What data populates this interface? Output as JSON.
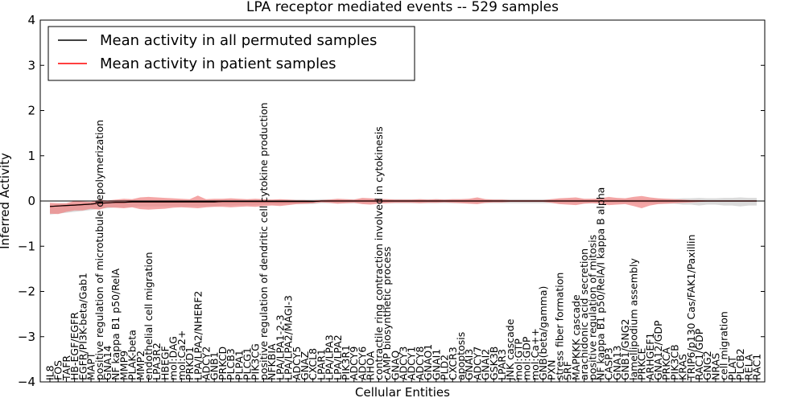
{
  "chart_data": {
    "type": "line",
    "title": "LPA receptor mediated events -- 529 samples",
    "xlabel": "Cellular Entities",
    "ylabel": "Inferred Activity",
    "ylim": [
      -4,
      4
    ],
    "yticks": [
      "-4",
      "-3",
      "-2",
      "-1",
      "0",
      "1",
      "2",
      "3",
      "4"
    ],
    "legend_position": "top-left",
    "colors": {
      "permuted": "#000000",
      "patient": "#ff0000",
      "patient_band": "#f08080",
      "permuted_band": "#bbbbbb"
    },
    "categories": [
      "IL8",
      "FOS",
      "TAFR",
      "HB-EGF/EGFR",
      "EGFR/PI3K-beta/Gab1",
      "MAPT",
      "positive regulation of microtubule depolymerization",
      "GNA14",
      "NF kappa B1 p50/RelA",
      "MMP9",
      "PLAK-beta",
      "MMP2",
      "endothelial cell migration",
      "LPA3R2",
      "HBEGF",
      "mol:DAG",
      "mol:Ca2+",
      "PRKD1",
      "LPA/LPA2/NHERF2",
      "ADCY2",
      "GNB1",
      "PRKCD",
      "PLCB3",
      "PLPA1",
      "PLCG1",
      "PIK3CG",
      "positive regulation of dendritic cell cytokine production",
      "NFKBIA",
      "LPA/LPA1-2-3",
      "LPA/LPA2/MAGI-3",
      "ADCY5",
      "GNAZ",
      "CXCL8",
      "LPAR1",
      "LPA/LPA3",
      "LPA/LPA2",
      "PIK3R1",
      "ADCY9",
      "ADCY6",
      "RHOA",
      "contractile ring contraction involved in cytokinesis",
      "cAMP biosynthetic process",
      "GNAQ",
      "ADCY3",
      "ADCY1",
      "ADCY8",
      "GNAO1",
      "GNAI1",
      "PLD2",
      "CXCR3",
      "apoptosis",
      "GNAI3",
      "ADCY7",
      "GNAI2",
      "GSK3B",
      "LPAR3",
      "JNK cascade",
      "mol:GTP",
      "mol:GDP",
      "mol:Ca++",
      "GNB(beta/gamma)",
      "PXN",
      "stress fiber formation",
      "SRF",
      "MAPKKK cascade",
      "arachidonic acid secretion",
      "positive regulation of mitosis",
      "NF kappa B1 p50/RelA/I kappa B alpha",
      "CASP3",
      "GNA13",
      "GNB1/GNG2",
      "lamellipodium assembly",
      "PRKCE",
      "ARHGEF1",
      "GNA12/GDP",
      "PRKCA",
      "PIK3CB",
      "KRAS",
      "TRIP6/p130 Cas/FAK1/Paxillin",
      "RAC1/GDP",
      "GNG2",
      "NRAS",
      "cell migration",
      "PLAT",
      "PLCB2",
      "RELA",
      "RAC1"
    ],
    "series": [
      {
        "name": "Mean activity in all permuted samples",
        "values": [
          -0.12,
          -0.11,
          -0.1,
          -0.09,
          -0.08,
          -0.07,
          -0.05,
          -0.04,
          -0.03,
          -0.03,
          -0.02,
          -0.02,
          -0.02,
          -0.02,
          -0.02,
          -0.02,
          -0.02,
          -0.02,
          -0.02,
          -0.02,
          -0.02,
          -0.01,
          -0.01,
          -0.01,
          -0.01,
          -0.01,
          -0.01,
          -0.01,
          -0.01,
          -0.01,
          -0.01,
          -0.01,
          -0.01,
          0,
          0,
          0,
          0,
          0,
          0,
          0,
          0,
          0,
          0,
          0,
          0,
          0,
          0,
          0,
          0,
          0,
          0,
          0,
          0,
          0,
          0,
          0,
          0,
          0,
          0,
          0,
          0,
          0,
          0,
          0,
          0,
          0,
          0,
          0,
          0,
          0,
          0,
          0,
          0,
          0,
          0,
          0,
          0,
          0,
          0,
          0,
          0,
          0,
          0,
          0,
          0,
          0,
          0
        ],
        "lower": [
          -0.18,
          -0.17,
          -0.16,
          -0.15,
          -0.14,
          -0.13,
          -0.12,
          -0.12,
          -0.11,
          -0.11,
          -0.11,
          -0.1,
          -0.1,
          -0.1,
          -0.1,
          -0.1,
          -0.1,
          -0.1,
          -0.1,
          -0.1,
          -0.1,
          -0.09,
          -0.09,
          -0.08,
          -0.08,
          -0.08,
          -0.07,
          -0.07,
          -0.07,
          -0.06,
          -0.06,
          -0.06,
          -0.06,
          -0.05,
          -0.05,
          -0.05,
          -0.05,
          -0.05,
          -0.05,
          -0.05,
          -0.05,
          -0.05,
          -0.05,
          -0.05,
          -0.05,
          -0.05,
          -0.05,
          -0.05,
          -0.05,
          -0.05,
          -0.05,
          -0.05,
          -0.05,
          -0.05,
          -0.05,
          -0.05,
          -0.05,
          -0.05,
          -0.05,
          -0.05,
          -0.05,
          -0.05,
          -0.05,
          -0.05,
          -0.05,
          -0.05,
          -0.05,
          -0.05,
          -0.05,
          -0.05,
          -0.05,
          -0.05,
          -0.05,
          -0.05,
          -0.06,
          -0.06,
          -0.06,
          -0.08,
          -0.08,
          -0.1,
          -0.08,
          -0.08,
          -0.1,
          -0.1,
          -0.12,
          -0.1,
          -0.1
        ],
        "upper": [
          0.04,
          0.04,
          0.04,
          0.04,
          0.04,
          0.04,
          0.04,
          0.04,
          0.04,
          0.04,
          0.04,
          0.04,
          0.04,
          0.04,
          0.04,
          0.04,
          0.04,
          0.04,
          0.04,
          0.04,
          0.04,
          0.04,
          0.04,
          0.04,
          0.04,
          0.04,
          0.04,
          0.04,
          0.04,
          0.04,
          0.04,
          0.04,
          0.04,
          0.04,
          0.04,
          0.04,
          0.04,
          0.04,
          0.04,
          0.04,
          0.04,
          0.04,
          0.04,
          0.04,
          0.04,
          0.04,
          0.04,
          0.04,
          0.04,
          0.04,
          0.04,
          0.04,
          0.04,
          0.04,
          0.04,
          0.04,
          0.04,
          0.04,
          0.04,
          0.04,
          0.04,
          0.04,
          0.04,
          0.04,
          0.04,
          0.04,
          0.04,
          0.04,
          0.04,
          0.04,
          0.04,
          0.04,
          0.04,
          0.04,
          0.05,
          0.05,
          0.05,
          0.06,
          0.06,
          0.07,
          0.06,
          0.06,
          0.07,
          0.07,
          0.08,
          0.07,
          0.07
        ]
      },
      {
        "name": "Mean activity in patient samples",
        "values": [
          -0.12,
          -0.11,
          -0.1,
          -0.09,
          -0.08,
          -0.07,
          -0.05,
          -0.04,
          -0.03,
          -0.03,
          -0.02,
          -0.02,
          -0.02,
          -0.02,
          -0.02,
          -0.02,
          -0.02,
          -0.02,
          -0.02,
          -0.02,
          -0.02,
          -0.01,
          -0.01,
          -0.01,
          -0.01,
          -0.01,
          -0.01,
          -0.01,
          -0.01,
          -0.01,
          -0.01,
          -0.01,
          -0.01,
          0,
          0,
          0,
          0,
          0,
          0,
          0,
          0,
          0,
          0,
          0,
          0,
          0,
          0,
          0,
          0,
          0,
          0,
          0,
          0,
          0,
          0,
          0,
          0,
          0,
          0,
          0,
          0,
          0,
          0,
          0,
          0,
          0,
          0,
          0,
          0,
          0,
          0,
          0,
          0,
          0,
          0,
          0,
          0,
          0,
          0,
          0,
          0,
          0,
          0,
          0,
          0,
          0,
          0
        ],
        "lower": [
          -0.16,
          -0.18,
          -0.14,
          -0.12,
          -0.13,
          -0.1,
          -0.14,
          -0.1,
          -0.12,
          -0.13,
          -0.12,
          -0.16,
          -0.17,
          -0.16,
          -0.15,
          -0.13,
          -0.12,
          -0.13,
          -0.14,
          -0.12,
          -0.11,
          -0.12,
          -0.13,
          -0.12,
          -0.11,
          -0.12,
          -0.1,
          -0.09,
          -0.1,
          -0.08,
          -0.06,
          -0.05,
          -0.04,
          -0.03,
          -0.04,
          -0.06,
          -0.05,
          -0.04,
          -0.07,
          -0.08,
          -0.06,
          -0.05,
          -0.04,
          -0.04,
          -0.04,
          -0.05,
          -0.04,
          -0.04,
          -0.03,
          -0.04,
          -0.05,
          -0.06,
          -0.07,
          -0.04,
          -0.03,
          -0.03,
          -0.02,
          -0.02,
          -0.02,
          -0.02,
          -0.02,
          -0.04,
          -0.07,
          -0.08,
          -0.09,
          -0.06,
          -0.05,
          -0.06,
          -0.09,
          -0.08,
          -0.07,
          -0.11,
          -0.16,
          -0.1,
          -0.07,
          -0.06,
          -0.05,
          -0.04,
          -0.03,
          -0.02,
          -0.01,
          -0.01,
          -0.01,
          -0.01,
          -0.01,
          -0.01,
          -0.01
        ],
        "upper": [
          0.08,
          0.06,
          0.05,
          0.09,
          0.07,
          0.05,
          0.08,
          0.05,
          0.06,
          0.08,
          0.06,
          0.1,
          0.11,
          0.1,
          0.09,
          0.08,
          0.07,
          0.06,
          0.14,
          0.06,
          0.07,
          0.06,
          0.07,
          0.06,
          0.05,
          0.06,
          0.05,
          0.04,
          0.05,
          0.04,
          0.03,
          0.03,
          0.02,
          0.02,
          0.03,
          0.05,
          0.04,
          0.03,
          0.07,
          0.06,
          0.05,
          0.04,
          0.03,
          0.03,
          0.03,
          0.04,
          0.03,
          0.04,
          0.03,
          0.04,
          0.04,
          0.05,
          0.08,
          0.04,
          0.03,
          0.03,
          0.02,
          0.02,
          0.02,
          0.02,
          0.02,
          0.04,
          0.06,
          0.07,
          0.08,
          0.05,
          0.05,
          0.06,
          0.09,
          0.07,
          0.06,
          0.09,
          0.11,
          0.08,
          0.06,
          0.05,
          0.04,
          0.03,
          0.02,
          0.02,
          0.01,
          0.01,
          0.01,
          0.01,
          0.01,
          0.01,
          0.01
        ]
      }
    ]
  }
}
